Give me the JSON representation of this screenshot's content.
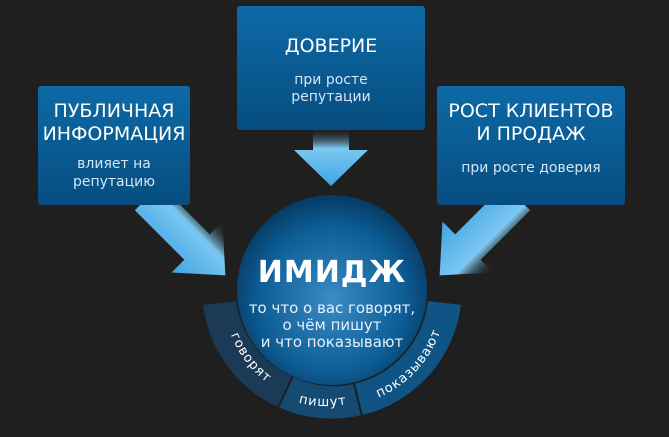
{
  "boxes": {
    "left": {
      "title_line1": "ПУБЛИЧНАЯ",
      "title_line2": "ИНФОРМАЦИЯ",
      "sub_line1": "влияет на",
      "sub_line2": "репутацию"
    },
    "top": {
      "title": "ДОВЕРИЕ",
      "sub_line1": "при росте",
      "sub_line2": "репутации"
    },
    "right": {
      "title_line1": "РОСТ КЛИЕНТОВ",
      "title_line2": "И ПРОДАЖ",
      "sub": "при росте доверия"
    }
  },
  "center": {
    "title": "ИМИДЖ",
    "sub_line1": "то что о вас говорят,",
    "sub_line2": "о чём пишут",
    "sub_line3": "и что показывают"
  },
  "segments": {
    "left": "говорят",
    "middle": "пишут",
    "right": "показывают"
  },
  "colors": {
    "background": "#1f1f1f",
    "box": "#0a5a91",
    "arrow": "#5fb8ea",
    "ring": "#1b3c57"
  }
}
